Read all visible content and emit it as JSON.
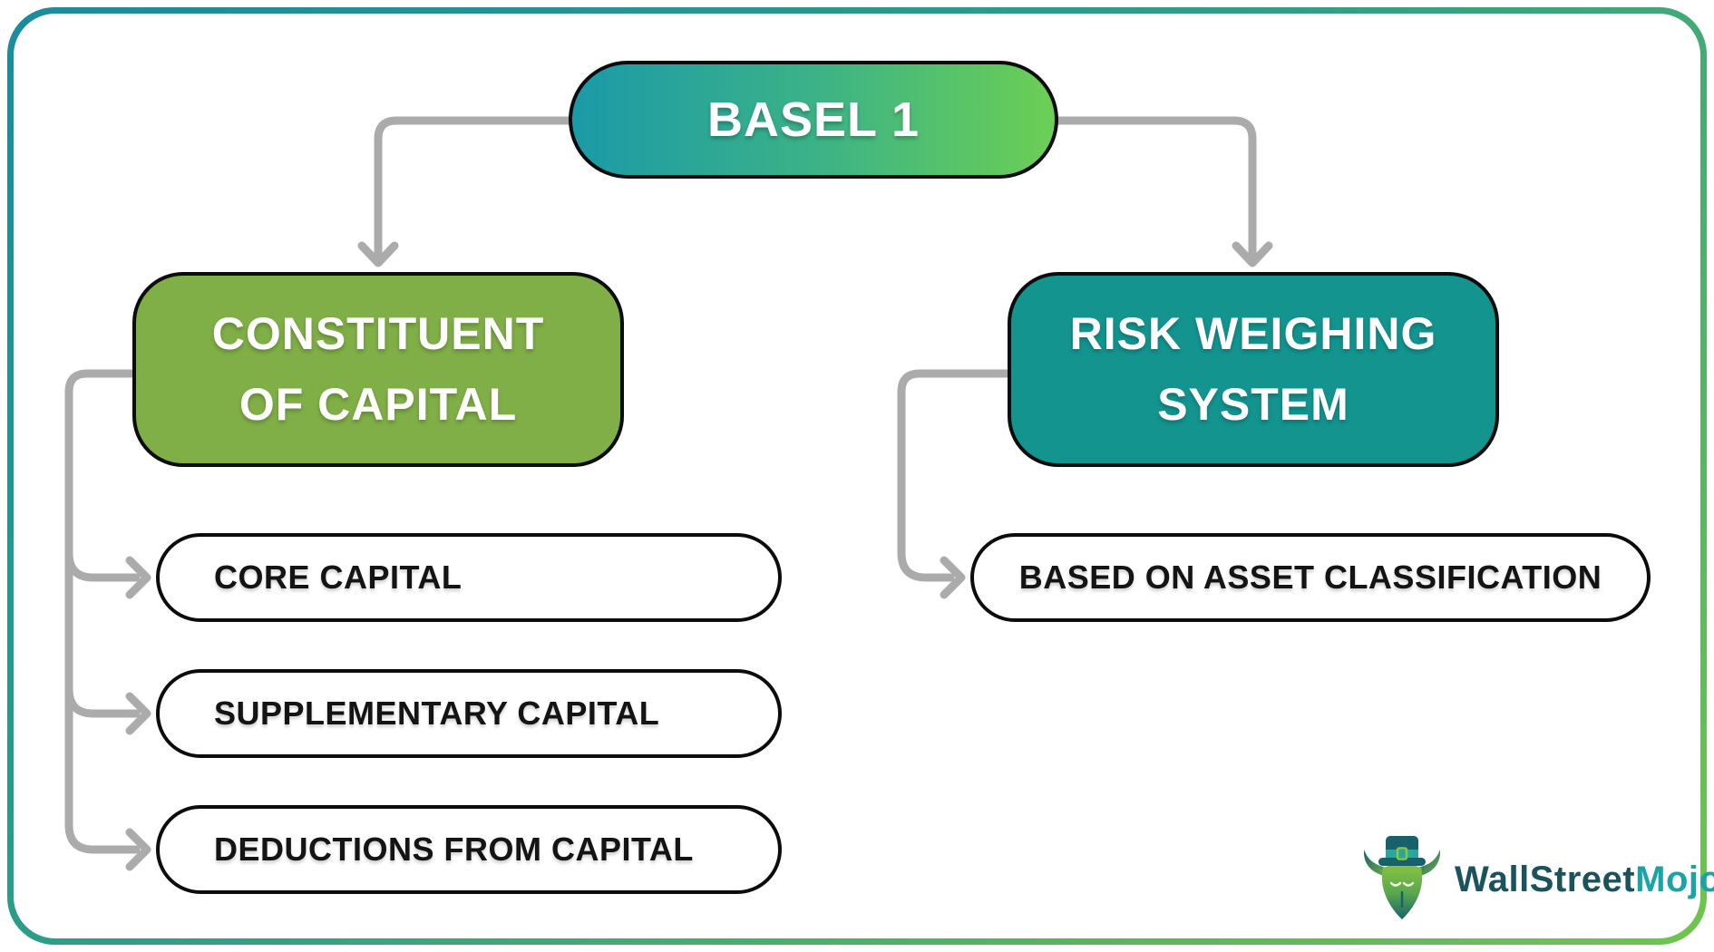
{
  "diagram": {
    "root": {
      "label": "BASEL 1"
    },
    "left": {
      "title_lines": [
        "CONSTITUENT",
        "OF CAPITAL"
      ],
      "children": [
        "CORE CAPITAL",
        "SUPPLEMENTARY CAPITAL",
        "DEDUCTIONS FROM CAPITAL"
      ]
    },
    "right": {
      "title_lines": [
        "RISK WEIGHING",
        "SYSTEM"
      ],
      "children": [
        "BASED ON ASSET CLASSIFICATION"
      ]
    }
  },
  "branding": {
    "name_primary": "WallStreet",
    "name_secondary": "Mojo"
  },
  "colors": {
    "frame_gradient_start": "#1a8c9e",
    "frame_gradient_end": "#6fc54d",
    "root_gradient_start": "#1b9aa8",
    "root_gradient_end": "#6ccf55",
    "branch_left_fill": "#80ae47",
    "branch_right_fill": "#13948f",
    "connector_gray": "#ababab",
    "outline_black": "#0c0c0c",
    "brand_dark_teal": "#1b535c",
    "brand_teal": "#1ba3a8"
  }
}
